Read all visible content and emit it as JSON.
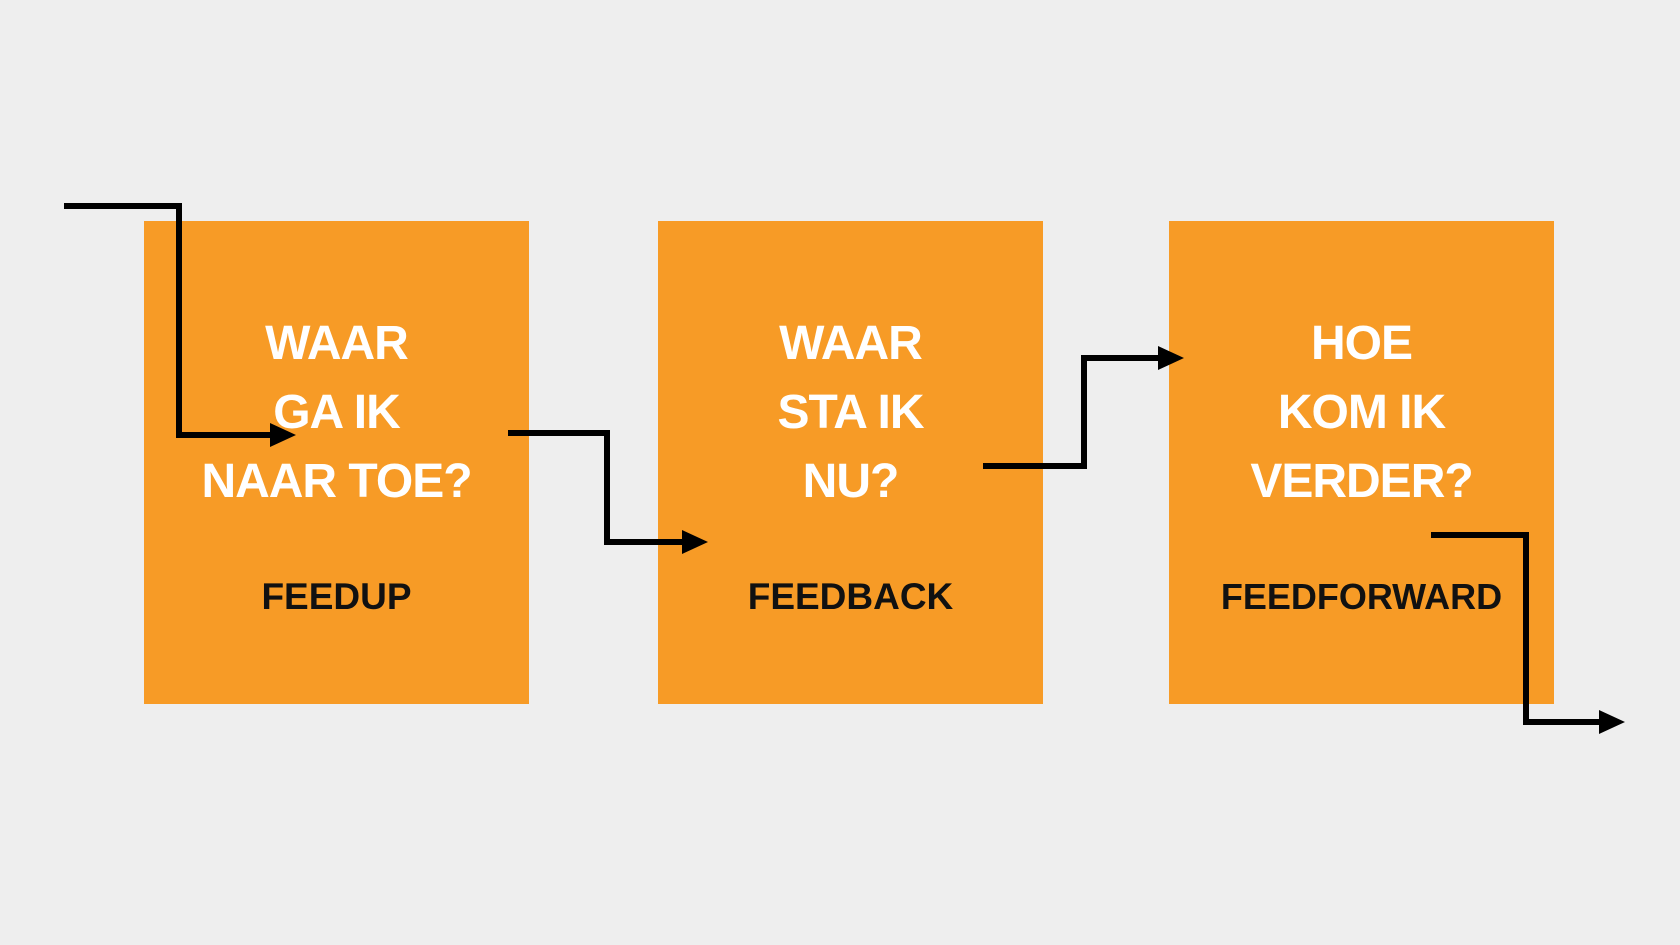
{
  "colors": {
    "background": "#eeeeee",
    "box": "#f79b26",
    "question_text": "#ffffff",
    "label_text": "#111111",
    "arrows": "#000000"
  },
  "steps": [
    {
      "question_lines": [
        "WAAR",
        "GA IK",
        "NAAR TOE?"
      ],
      "label": "FEEDUP"
    },
    {
      "question_lines": [
        "WAAR",
        "STA IK",
        "NU?"
      ],
      "label": "FEEDBACK"
    },
    {
      "question_lines": [
        "HOE",
        "KOM IK",
        "VERDER?"
      ],
      "label": "FEEDFORWARD"
    }
  ],
  "connectors": [
    {
      "from": "outside-left",
      "to": "steps.0"
    },
    {
      "from": "steps.0",
      "to": "steps.1"
    },
    {
      "from": "steps.1",
      "to": "steps.2"
    },
    {
      "from": "steps.2",
      "to": "outside-right"
    }
  ]
}
